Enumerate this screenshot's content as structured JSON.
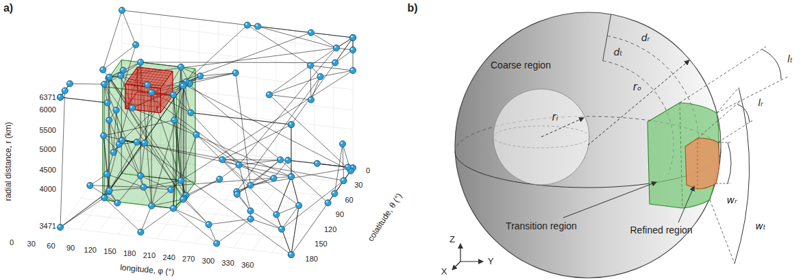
{
  "diagram": {
    "labels": [
      "a)",
      "b)",
      "radial distance, r (km)",
      "6371",
      "6000",
      "5500",
      "5000",
      "4500",
      "4000",
      "3471",
      "0",
      "30",
      "60",
      "90",
      "120",
      "150",
      "180",
      "210",
      "240",
      "270",
      "300",
      "330",
      "360",
      "longitude, φ (°)",
      "0",
      "30",
      "60",
      "90",
      "120",
      "150",
      "180",
      "colatitude, θ (°)",
      "Coarse region",
      "Transition region",
      "Refined region",
      "rₒ",
      "rᵢ",
      "dₜ",
      "dᵣ",
      "lₜ",
      "lᵣ",
      "wᵣ",
      "wₜ",
      "Z",
      "Y",
      "X"
    ]
  }
}
